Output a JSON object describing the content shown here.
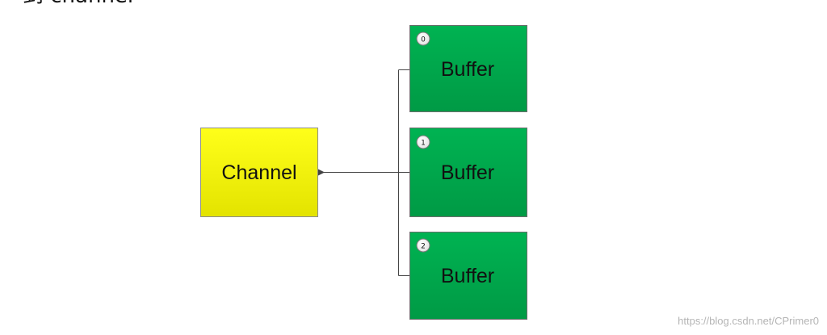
{
  "header_fragment": "到 channel",
  "channel": {
    "label": "Channel"
  },
  "buffers": [
    {
      "index": "0",
      "label": "Buffer"
    },
    {
      "index": "1",
      "label": "Buffer"
    },
    {
      "index": "2",
      "label": "Buffer"
    }
  ],
  "colors": {
    "channel_fill": "#ffff00",
    "buffer_fill": "#00b050",
    "connector": "#444444"
  },
  "watermark": "https://blog.csdn.net/CPrimer0"
}
